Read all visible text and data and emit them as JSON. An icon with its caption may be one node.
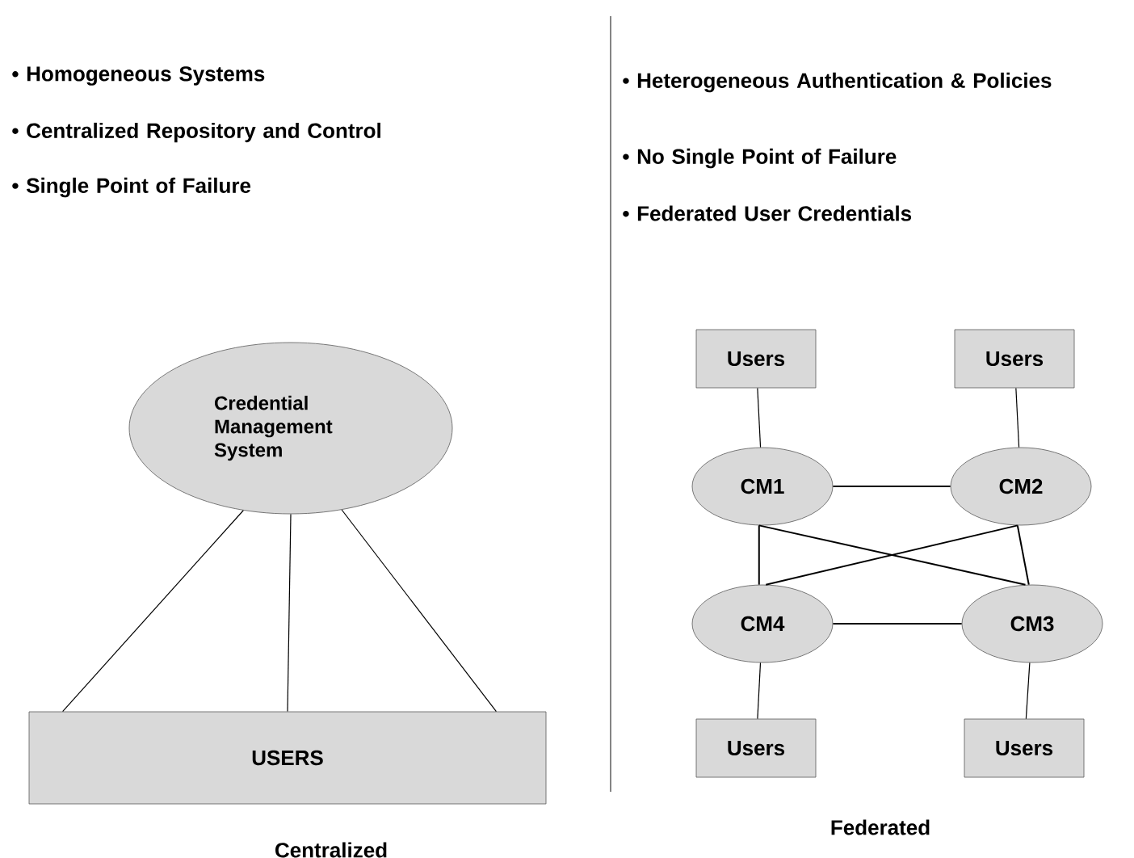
{
  "diagram": {
    "nodes": [
      {
        "text": [
          "Credential Management System"
        ]
      },
      {
        "text": [
          "USERS"
        ]
      },
      {
        "text": [
          "Users"
        ]
      },
      {
        "text": [
          "Users"
        ]
      },
      {
        "text": [
          "CM1"
        ]
      },
      {
        "text": [
          "CM2"
        ]
      },
      {
        "text": [
          "CM4"
        ]
      },
      {
        "text": [
          "CM3"
        ]
      },
      {
        "text": [
          "Users"
        ]
      },
      {
        "text": [
          "Users"
        ]
      }
    ],
    "edges": [
      {
        "from": 0,
        "to": 1,
        "arrow": "none"
      },
      {
        "from": 0,
        "to": 1,
        "arrow": "none"
      },
      {
        "from": 0,
        "to": 1,
        "arrow": "none"
      },
      {
        "from": 2,
        "to": 4,
        "arrow": "none"
      },
      {
        "from": 3,
        "to": 5,
        "arrow": "none"
      },
      {
        "from": 4,
        "to": 5,
        "arrow": "none"
      },
      {
        "from": 4,
        "to": 6,
        "arrow": "none"
      },
      {
        "from": 4,
        "to": 7,
        "arrow": "none"
      },
      {
        "from": 5,
        "to": 6,
        "arrow": "none"
      },
      {
        "from": 5,
        "to": 7,
        "arrow": "none"
      },
      {
        "from": 6,
        "to": 7,
        "arrow": "none"
      },
      {
        "from": 6,
        "to": 8,
        "arrow": "none"
      },
      {
        "from": 7,
        "to": 9,
        "arrow": "none"
      }
    ],
    "labels": [
      "• Homogeneous Systems",
      "• Centralized Repository and Control",
      "• Single Point of Failure",
      "• Heterogeneous Authentication & Policies",
      "• No Single Point of Failure",
      "• Federated User Credentials",
      "Centralized",
      "Federated"
    ]
  }
}
